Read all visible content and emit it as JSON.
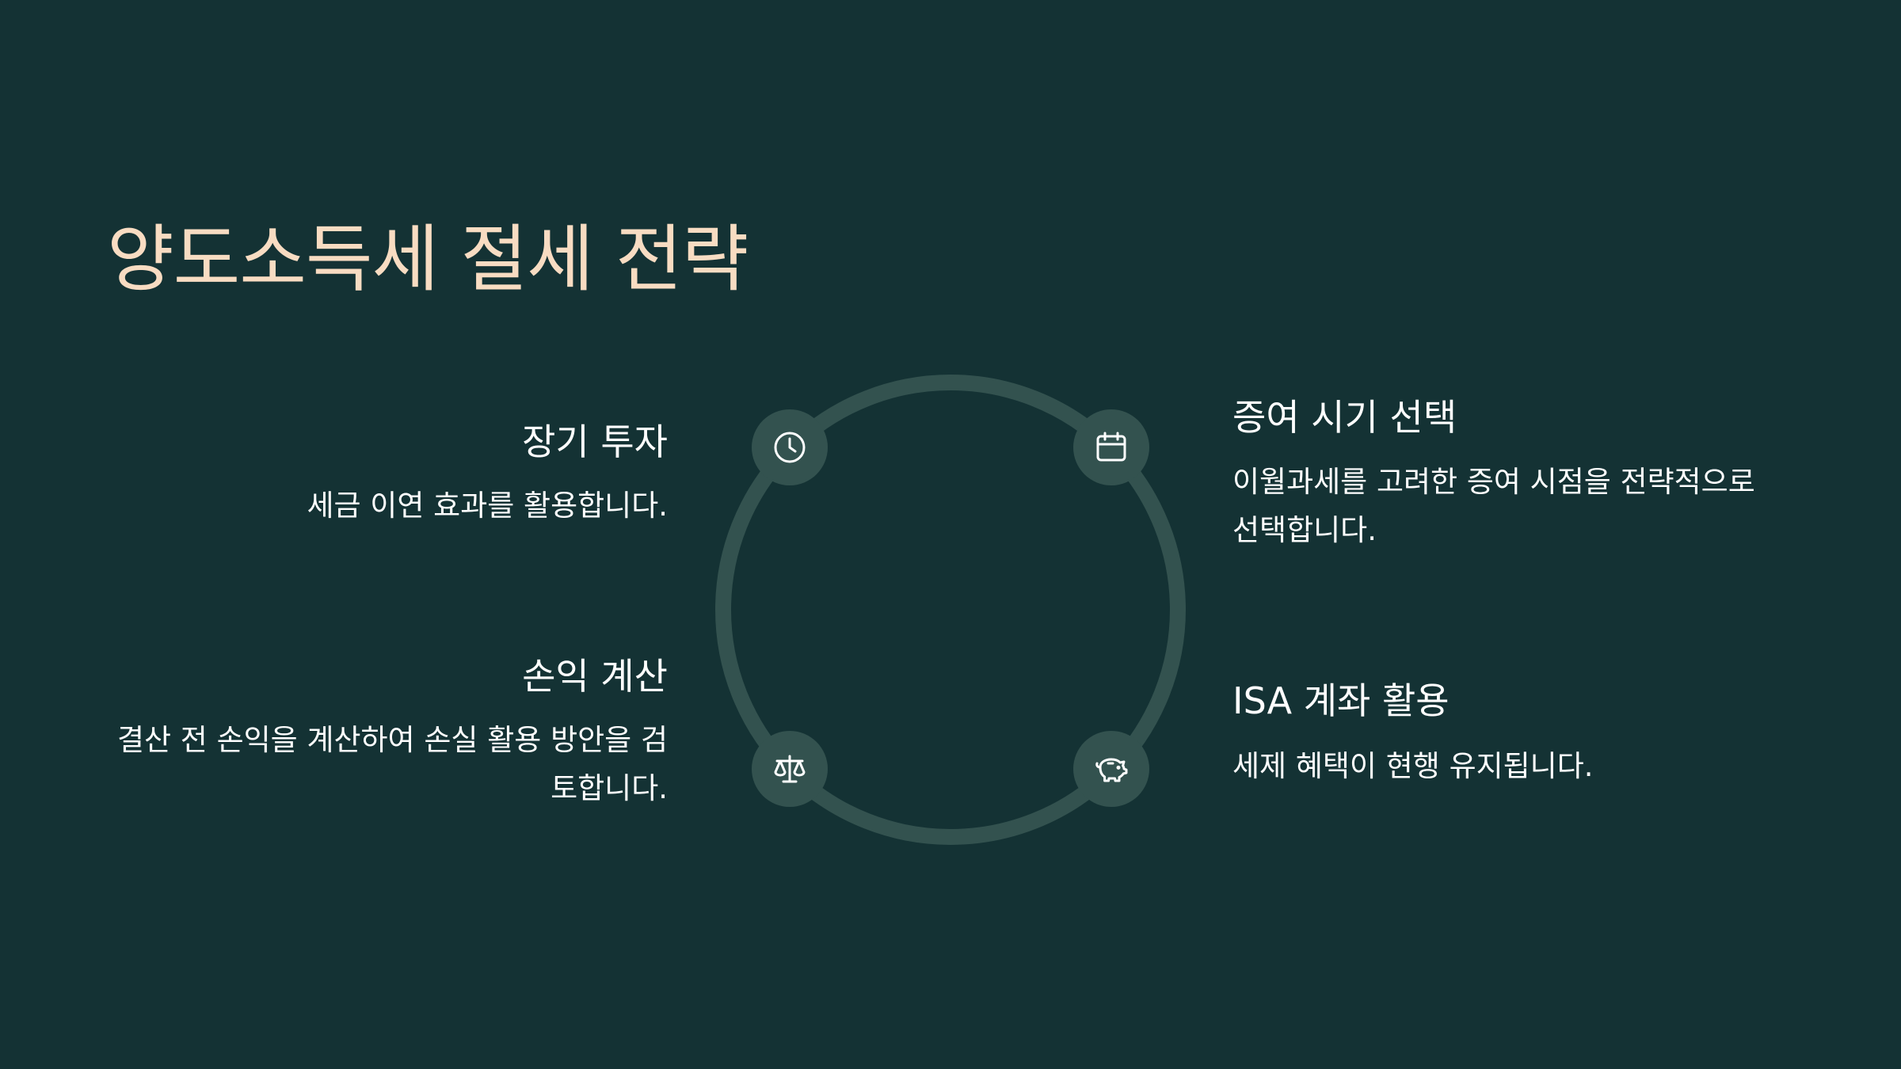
{
  "theme": {
    "background": "#143234",
    "title_color": "#f8dcc2",
    "text_color": "#ffffff",
    "ring_color": "#33524f",
    "node_color": "#33524f",
    "icon_color": "#ffffff"
  },
  "slide": {
    "title": "양도소득세 절세 전략"
  },
  "items": [
    {
      "heading": "장기 투자",
      "description": "세금 이연 효과를 활용합니다.",
      "icon": "clock-icon"
    },
    {
      "heading": "증여 시기 선택",
      "description": "이월과세를 고려한 증여 시점을 전략적으로 선택합니다.",
      "icon": "calendar-icon"
    },
    {
      "heading": "손익 계산",
      "description": "결산 전 손익을 계산하여 손실 활용 방안을 검토합니다.",
      "icon": "scale-icon"
    },
    {
      "heading": "ISA 계좌 활용",
      "description": "세제 혜택이 현행 유지됩니다.",
      "icon": "piggy-bank-icon"
    }
  ]
}
